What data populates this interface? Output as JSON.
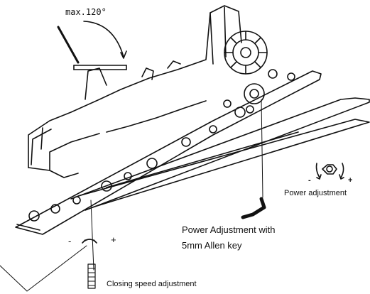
{
  "angle_label": "max.120°",
  "power_adjustment_label": "Power adjustment",
  "power_adjustment_allen_line1": "Power Adjustment with",
  "power_adjustment_allen_line2": "5mm Allen key",
  "closing_speed_label": "Closing speed adjustment",
  "sign_minus": "-",
  "sign_plus": "+",
  "colors": {
    "line": "#111111",
    "background": "#ffffff"
  }
}
